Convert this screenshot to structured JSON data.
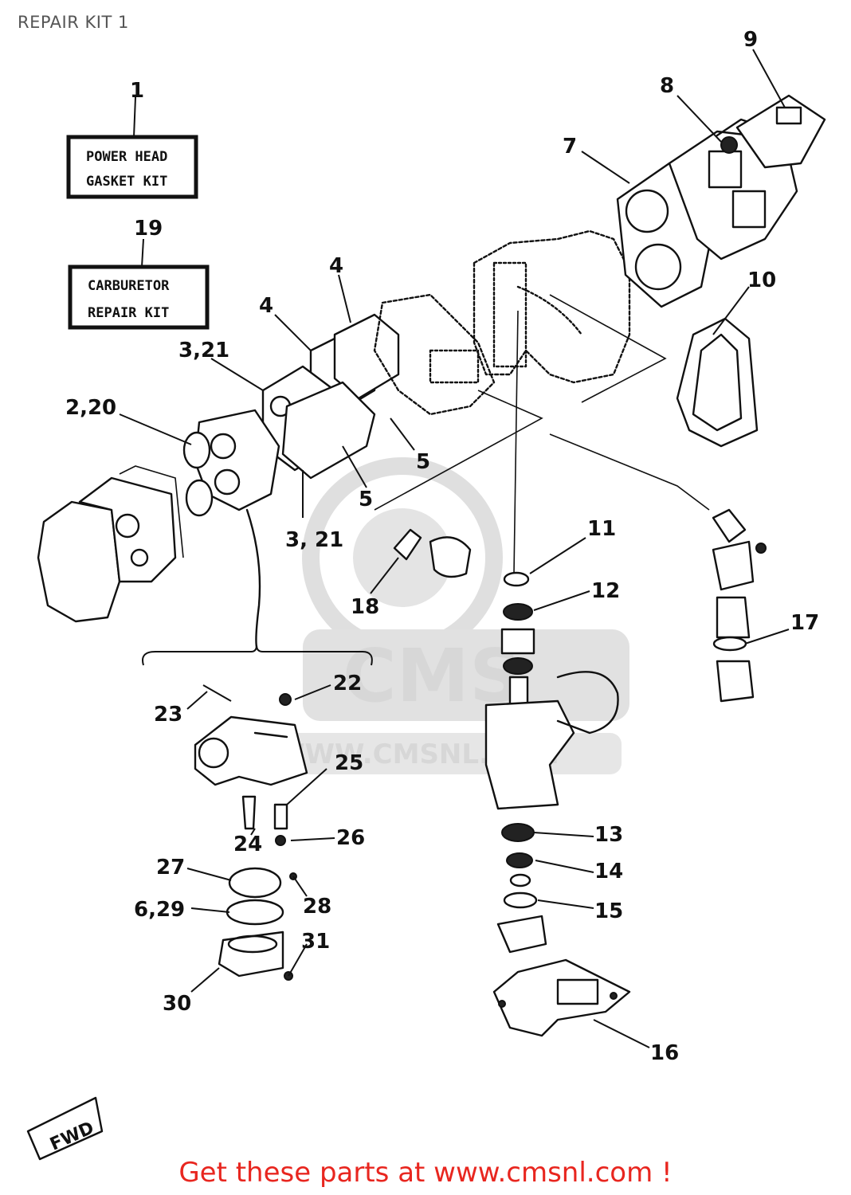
{
  "title": "REPAIR KIT 1",
  "kit_boxes": [
    {
      "number": "1",
      "line1": "POWER HEAD",
      "line2": "GASKET KIT"
    },
    {
      "number": "19",
      "line1": "CARBURETOR",
      "line2": "REPAIR KIT"
    }
  ],
  "callouts": [
    "9",
    "8",
    "7",
    "10",
    "4",
    "4",
    "3,21",
    "2,20",
    "5",
    "5",
    "3, 21",
    "18",
    "11",
    "12",
    "17",
    "22",
    "23",
    "25",
    "24",
    "26",
    "27",
    "28",
    "6,29",
    "31",
    "30",
    "13",
    "14",
    "15",
    "16"
  ],
  "watermark": {
    "logo": "CMS",
    "url": "WWW.CMSNL.COM"
  },
  "direction_tag": "FWD",
  "footer": "Get these parts at www.cmsnl.com !",
  "colors": {
    "footer": "#e8261f",
    "title": "#555555",
    "linework": "#111111",
    "watermark": "#d3d3d3"
  }
}
